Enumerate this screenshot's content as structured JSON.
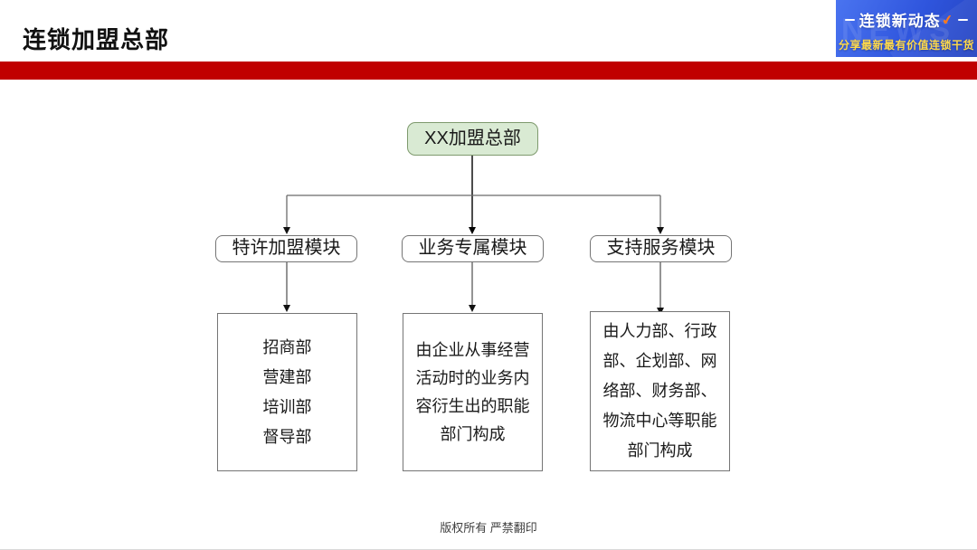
{
  "header": {
    "title": "连锁加盟总部",
    "bar_color": "#c00000",
    "badge": {
      "title": "连锁新动态",
      "subtitle": "分享最新最有价值连锁干货",
      "watermark": "NEWS",
      "check_icon": "✔",
      "bg_color": "#2f55dd",
      "title_color": "#ffffff",
      "subtitle_color": "#ffd94a",
      "accent_color": "#ff7a1a"
    }
  },
  "diagram": {
    "root": {
      "label": "XX加盟总部",
      "fill_color": "#d9ead3",
      "border_color": "#7e9a6d"
    },
    "modules": [
      {
        "label": "特许加盟模块"
      },
      {
        "label": "业务专属模块"
      },
      {
        "label": "支持服务模块"
      }
    ],
    "details": [
      {
        "text": "招商部\n营建部\n培训部\n督导部"
      },
      {
        "text": "由企业从事经营\n活动时的业务内\n容衍生出的职能\n部门构成"
      },
      {
        "text": "由人力部、行政\n部、企划部、网\n络部、财务部、\n物流中心等职能\n部门构成"
      }
    ],
    "line_color": "#6b6b6b",
    "center_line_color": "#000000"
  },
  "footer": {
    "copyright": "版权所有  严禁翻印"
  }
}
